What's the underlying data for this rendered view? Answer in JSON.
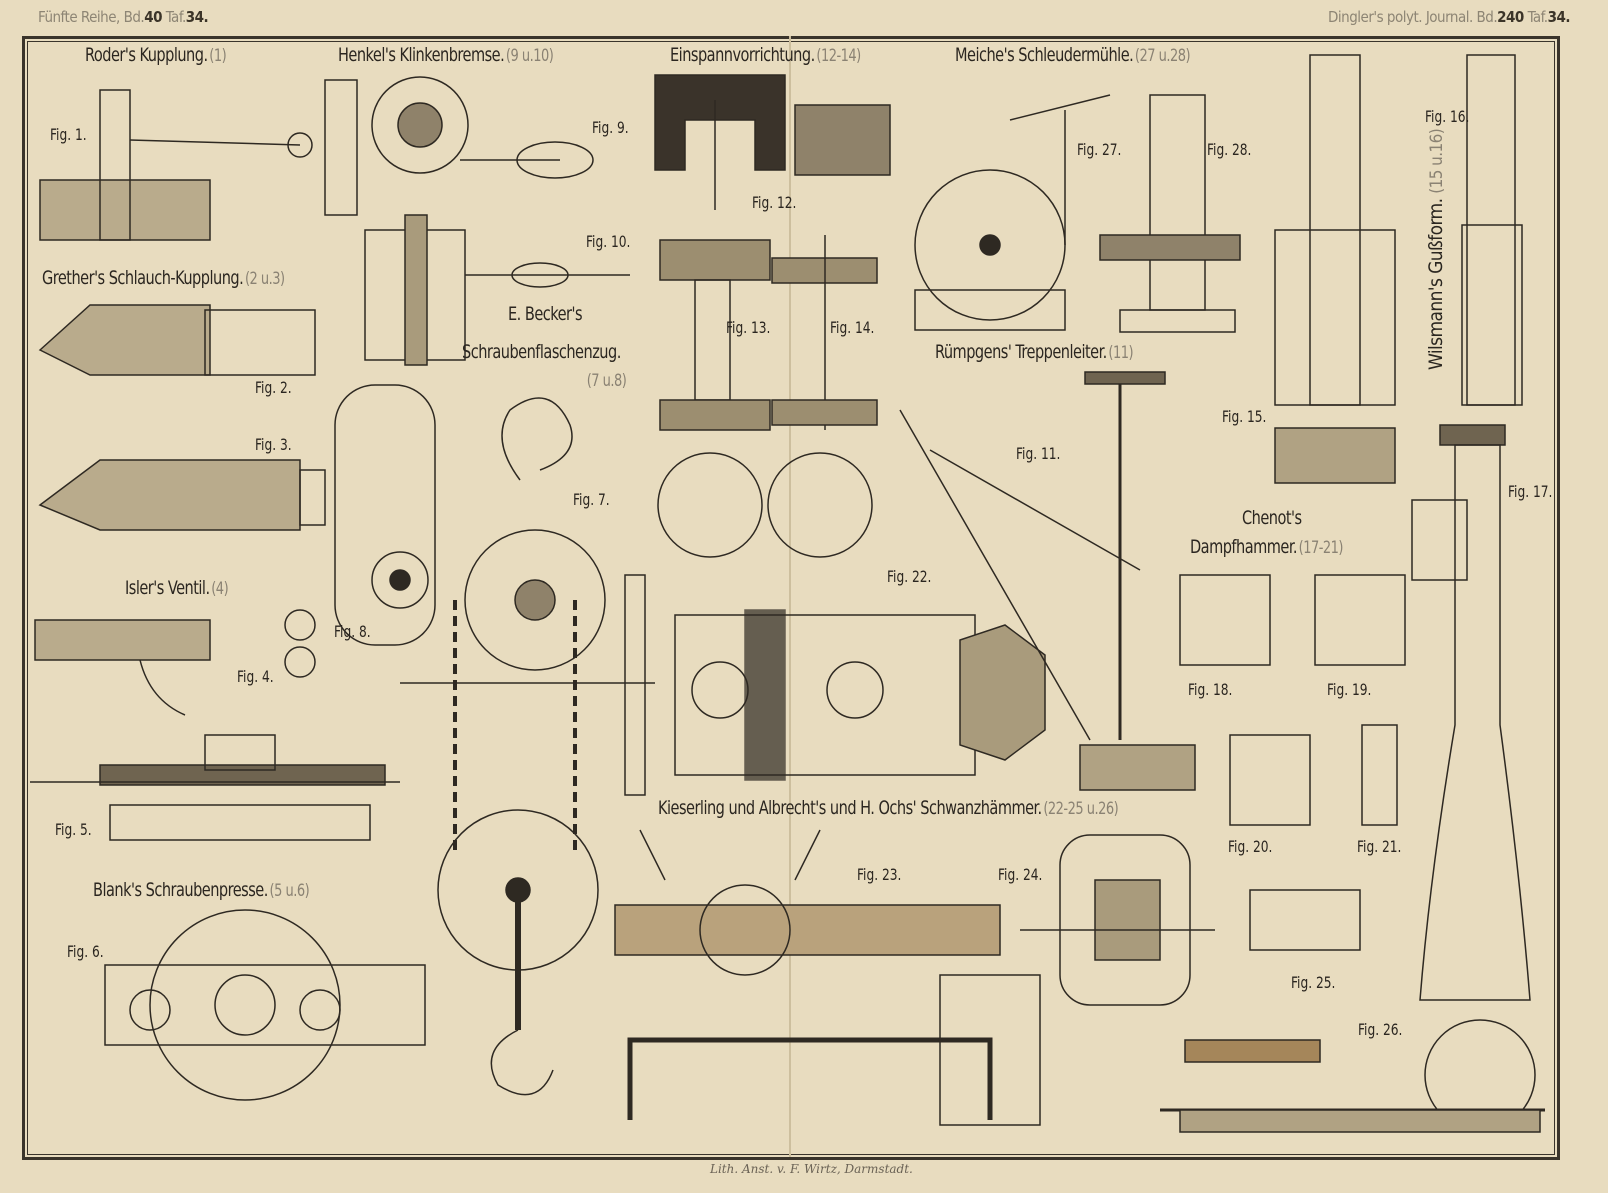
{
  "header": {
    "left_prefix": "Fünfte Reihe, Bd.",
    "left_vol": "40",
    "left_taf_label": "Taf.",
    "left_taf": "34.",
    "right_prefix": "Dingler's polyt. Journal. Bd.",
    "right_vol": "240",
    "right_taf_label": "Taf.",
    "right_taf": "34."
  },
  "titles": [
    {
      "name": "Roder's Kupplung.",
      "ref": "(1)"
    },
    {
      "name": "Henkel's Klinkenbremse.",
      "ref": "(9 u.10)"
    },
    {
      "name": "Einspannvorrichtung.",
      "ref": "(12-14)"
    },
    {
      "name": "Meiche's Schleudermühle.",
      "ref": "(27 u.28)"
    },
    {
      "name": "Grether's Schlauch-Kupplung.",
      "ref": "(2 u.3)"
    },
    {
      "name": "E. Becker's",
      "name2": "Schraubenflaschenzug.",
      "ref": "(7 u.8)"
    },
    {
      "name": "Rümpgens' Treppenleiter.",
      "ref": "(11)"
    },
    {
      "name": "Isler's Ventil.",
      "ref": "(4)"
    },
    {
      "name": "Chenot's",
      "name2": "Dampfhammer.",
      "ref": "(17-21)"
    },
    {
      "name": "Wilsmann's Gußform.",
      "ref": "(15 u.16)"
    },
    {
      "name": "Kieserling und Albrecht's und H. Ochs' Schwanzhämmer.",
      "ref": "(22-25 u.26)"
    },
    {
      "name": "Blank's Schraubenpresse.",
      "ref": "(5 u.6)"
    }
  ],
  "figures": [
    "Fig. 1.",
    "Fig. 2.",
    "Fig. 3.",
    "Fig. 4.",
    "Fig. 5.",
    "Fig. 6.",
    "Fig. 7.",
    "Fig. 8.",
    "Fig. 9.",
    "Fig. 10.",
    "Fig. 11.",
    "Fig. 12.",
    "Fig. 13.",
    "Fig. 14.",
    "Fig. 15.",
    "Fig. 16.",
    "Fig. 17.",
    "Fig. 18.",
    "Fig. 19.",
    "Fig. 20.",
    "Fig. 21.",
    "Fig. 22.",
    "Fig. 23.",
    "Fig. 24.",
    "Fig. 25.",
    "Fig. 26.",
    "Fig. 27.",
    "Fig. 28."
  ],
  "footer": "Lith. Anst. v. F. Wirtz, Darmstadt."
}
